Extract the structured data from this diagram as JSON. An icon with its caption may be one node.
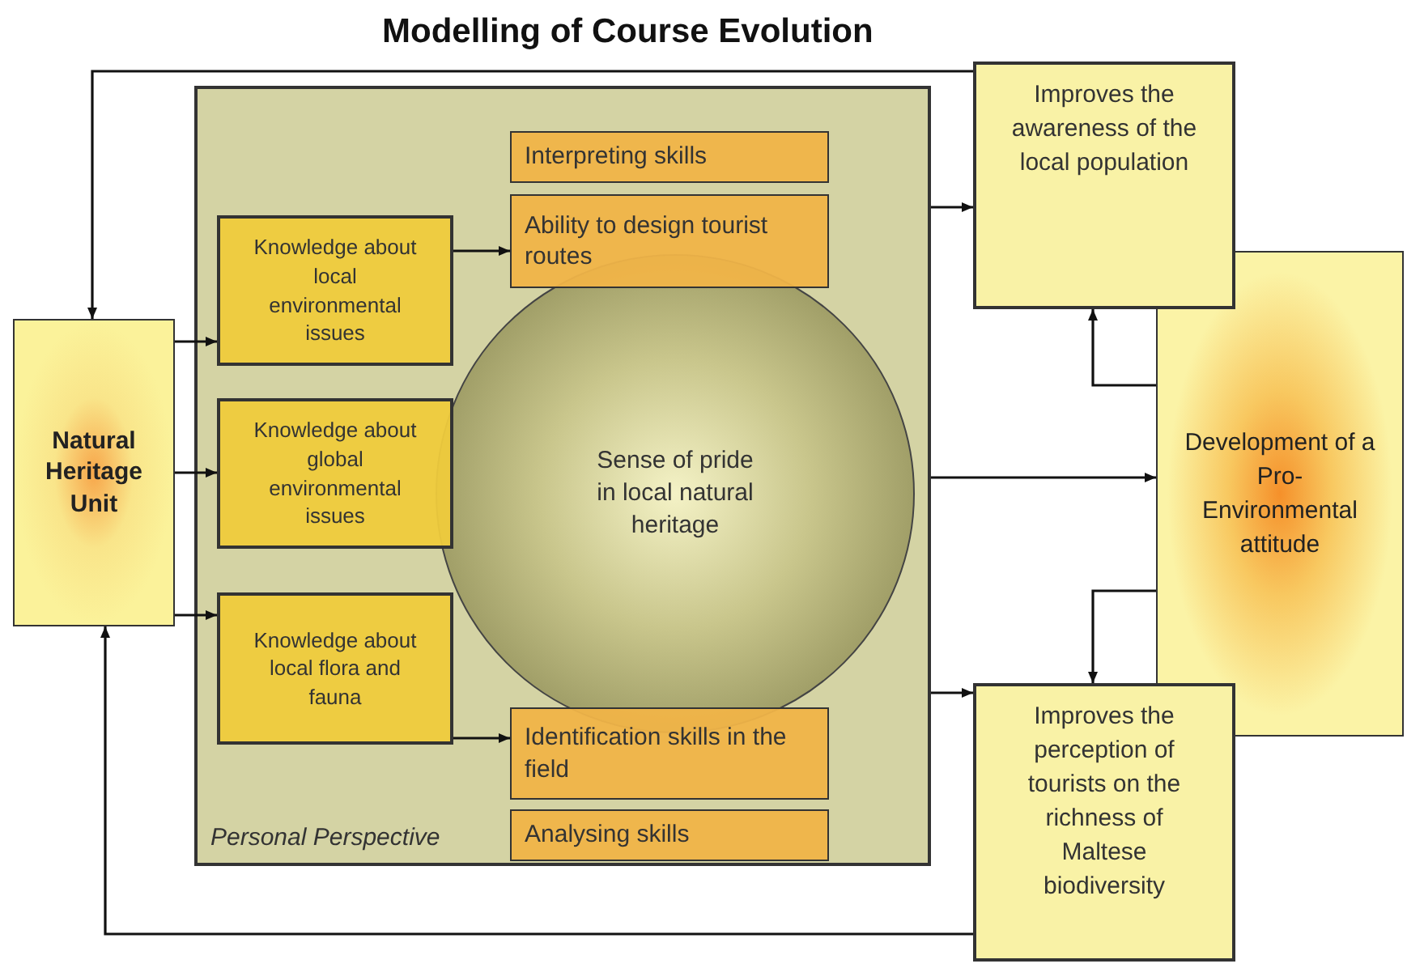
{
  "diagram": {
    "title": "Modelling of Course Evolution",
    "nodes": [
      {
        "text": [
          "Natural Heritage Unit"
        ]
      },
      {
        "text": [
          "Personal Perspective"
        ]
      },
      {
        "text": [
          "Knowledge about local environmental issues"
        ],
        "in": 1
      },
      {
        "text": [
          "Knowledge about global environmental issues"
        ],
        "in": 1
      },
      {
        "text": [
          "Knowledge about local flora and fauna"
        ],
        "in": 1
      },
      {
        "text": [
          "Interpreting skills"
        ],
        "in": 1
      },
      {
        "text": [
          "Ability to design tourist routes"
        ],
        "in": 1
      },
      {
        "text": [
          "Sense of pride in local natural heritage"
        ],
        "in": 1
      },
      {
        "text": [
          "Identification skills in the field"
        ],
        "in": 1
      },
      {
        "text": [
          "Analysing skills"
        ],
        "in": 1
      },
      {
        "text": [
          "Improves the awareness of the local population"
        ]
      },
      {
        "text": [
          "Development of a Pro- Environmental attitude"
        ]
      },
      {
        "text": [
          "Improves the perception of tourists on the richness of Maltese biodiversity"
        ]
      }
    ],
    "edges": [
      {
        "from": 0,
        "to": 2,
        "arrow": "to"
      },
      {
        "from": 0,
        "to": 3,
        "arrow": "to"
      },
      {
        "from": 0,
        "to": 4,
        "arrow": "to"
      },
      {
        "from": 2,
        "to": 6,
        "arrow": "to"
      },
      {
        "from": 4,
        "to": 8,
        "arrow": "to"
      },
      {
        "from": 1,
        "to": 10,
        "arrow": "to"
      },
      {
        "from": 1,
        "to": 11,
        "arrow": "to"
      },
      {
        "from": 1,
        "to": 12,
        "arrow": "to"
      },
      {
        "from": 10,
        "to": 0,
        "arrow": "to"
      },
      {
        "from": 12,
        "to": 0,
        "arrow": "to"
      },
      {
        "from": 11,
        "to": 10,
        "arrow": "to"
      },
      {
        "from": 11,
        "to": 12,
        "arrow": "to"
      }
    ]
  }
}
